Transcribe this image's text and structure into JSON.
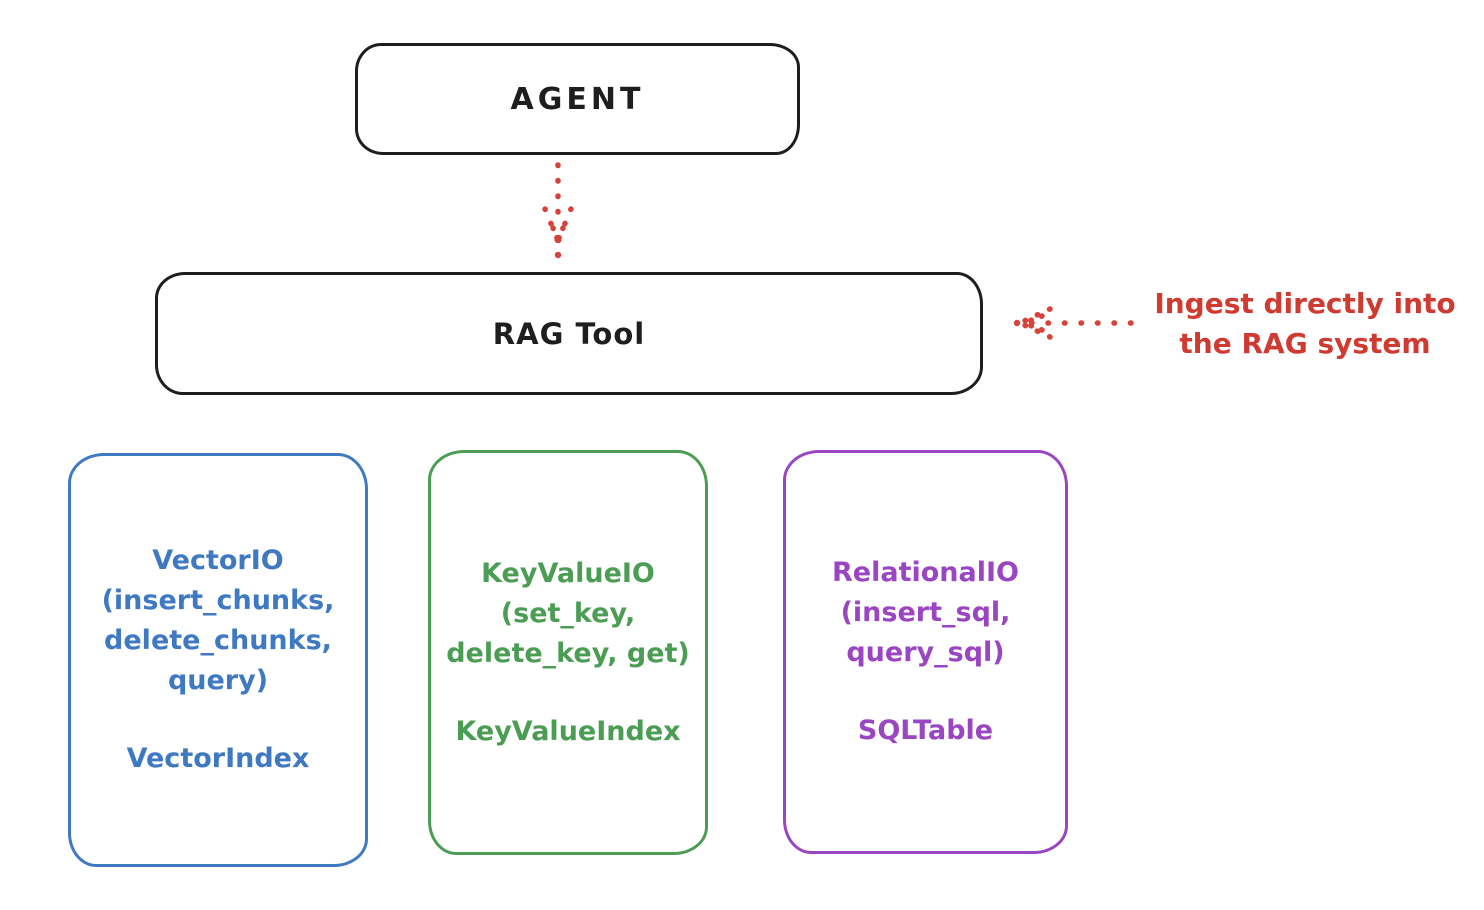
{
  "diagram": {
    "background": "#ffffff",
    "style": "hand-drawn"
  },
  "colors": {
    "ink": "#1e1e1e",
    "red": "#cf3b31",
    "blue": "#3f79c2",
    "green": "#4a9d53",
    "purple": "#9a45c1"
  },
  "nodes": {
    "agent": {
      "label": "AGENT"
    },
    "rag_tool": {
      "label": "RAG Tool"
    }
  },
  "annotation": {
    "line1": "Ingest directly into",
    "line2": "the RAG system",
    "color": "#cf3b31"
  },
  "arrows": [
    {
      "name": "agent-to-rag-tool",
      "style": "dotted",
      "color": "#d6433a",
      "direction": "down"
    },
    {
      "name": "ingest-into-rag",
      "style": "dotted",
      "color": "#d6433a",
      "direction": "left"
    }
  ],
  "cards": [
    {
      "id": "vector-io",
      "color": "#3f79c2",
      "lines": [
        "VectorIO",
        "(insert_chunks,",
        "delete_chunks,",
        "query)"
      ],
      "index": "VectorIndex"
    },
    {
      "id": "keyvalue-io",
      "color": "#4a9d53",
      "lines": [
        "KeyValueIO",
        "(set_key,",
        "delete_key, get)"
      ],
      "index": "KeyValueIndex"
    },
    {
      "id": "relational-io",
      "color": "#9a45c1",
      "lines": [
        "RelationalIO",
        "(insert_sql,",
        "query_sql)"
      ],
      "index": "SQLTable"
    }
  ]
}
